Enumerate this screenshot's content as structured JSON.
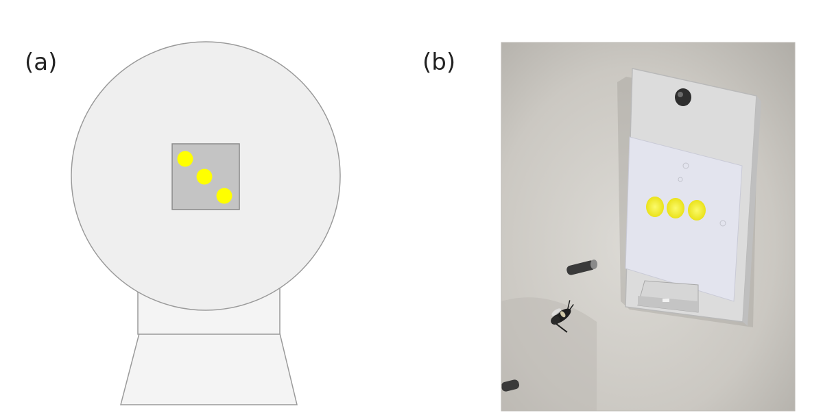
{
  "panels": [
    {
      "label": "(a)"
    },
    {
      "label": "(b)"
    }
  ],
  "colors": {
    "background": "#ffffff",
    "outline": "#9a9a9a",
    "disc_fill": "#efefef",
    "stand_fill": "#f4f4f4",
    "stimulus_square": "#c4c4c4",
    "stimulus_dot": "#ffff00",
    "photo_wall": "#c9c6c1",
    "photo_panel": "#dcdcdc",
    "photo_card": "#e3e4ee",
    "photo_dot": "#f4f225"
  },
  "icons": {
    "panel_b_photo": "bee-at-stimulus-panel-photo",
    "bee": "bee-icon"
  },
  "stimulus": {
    "dot_count": 3
  }
}
